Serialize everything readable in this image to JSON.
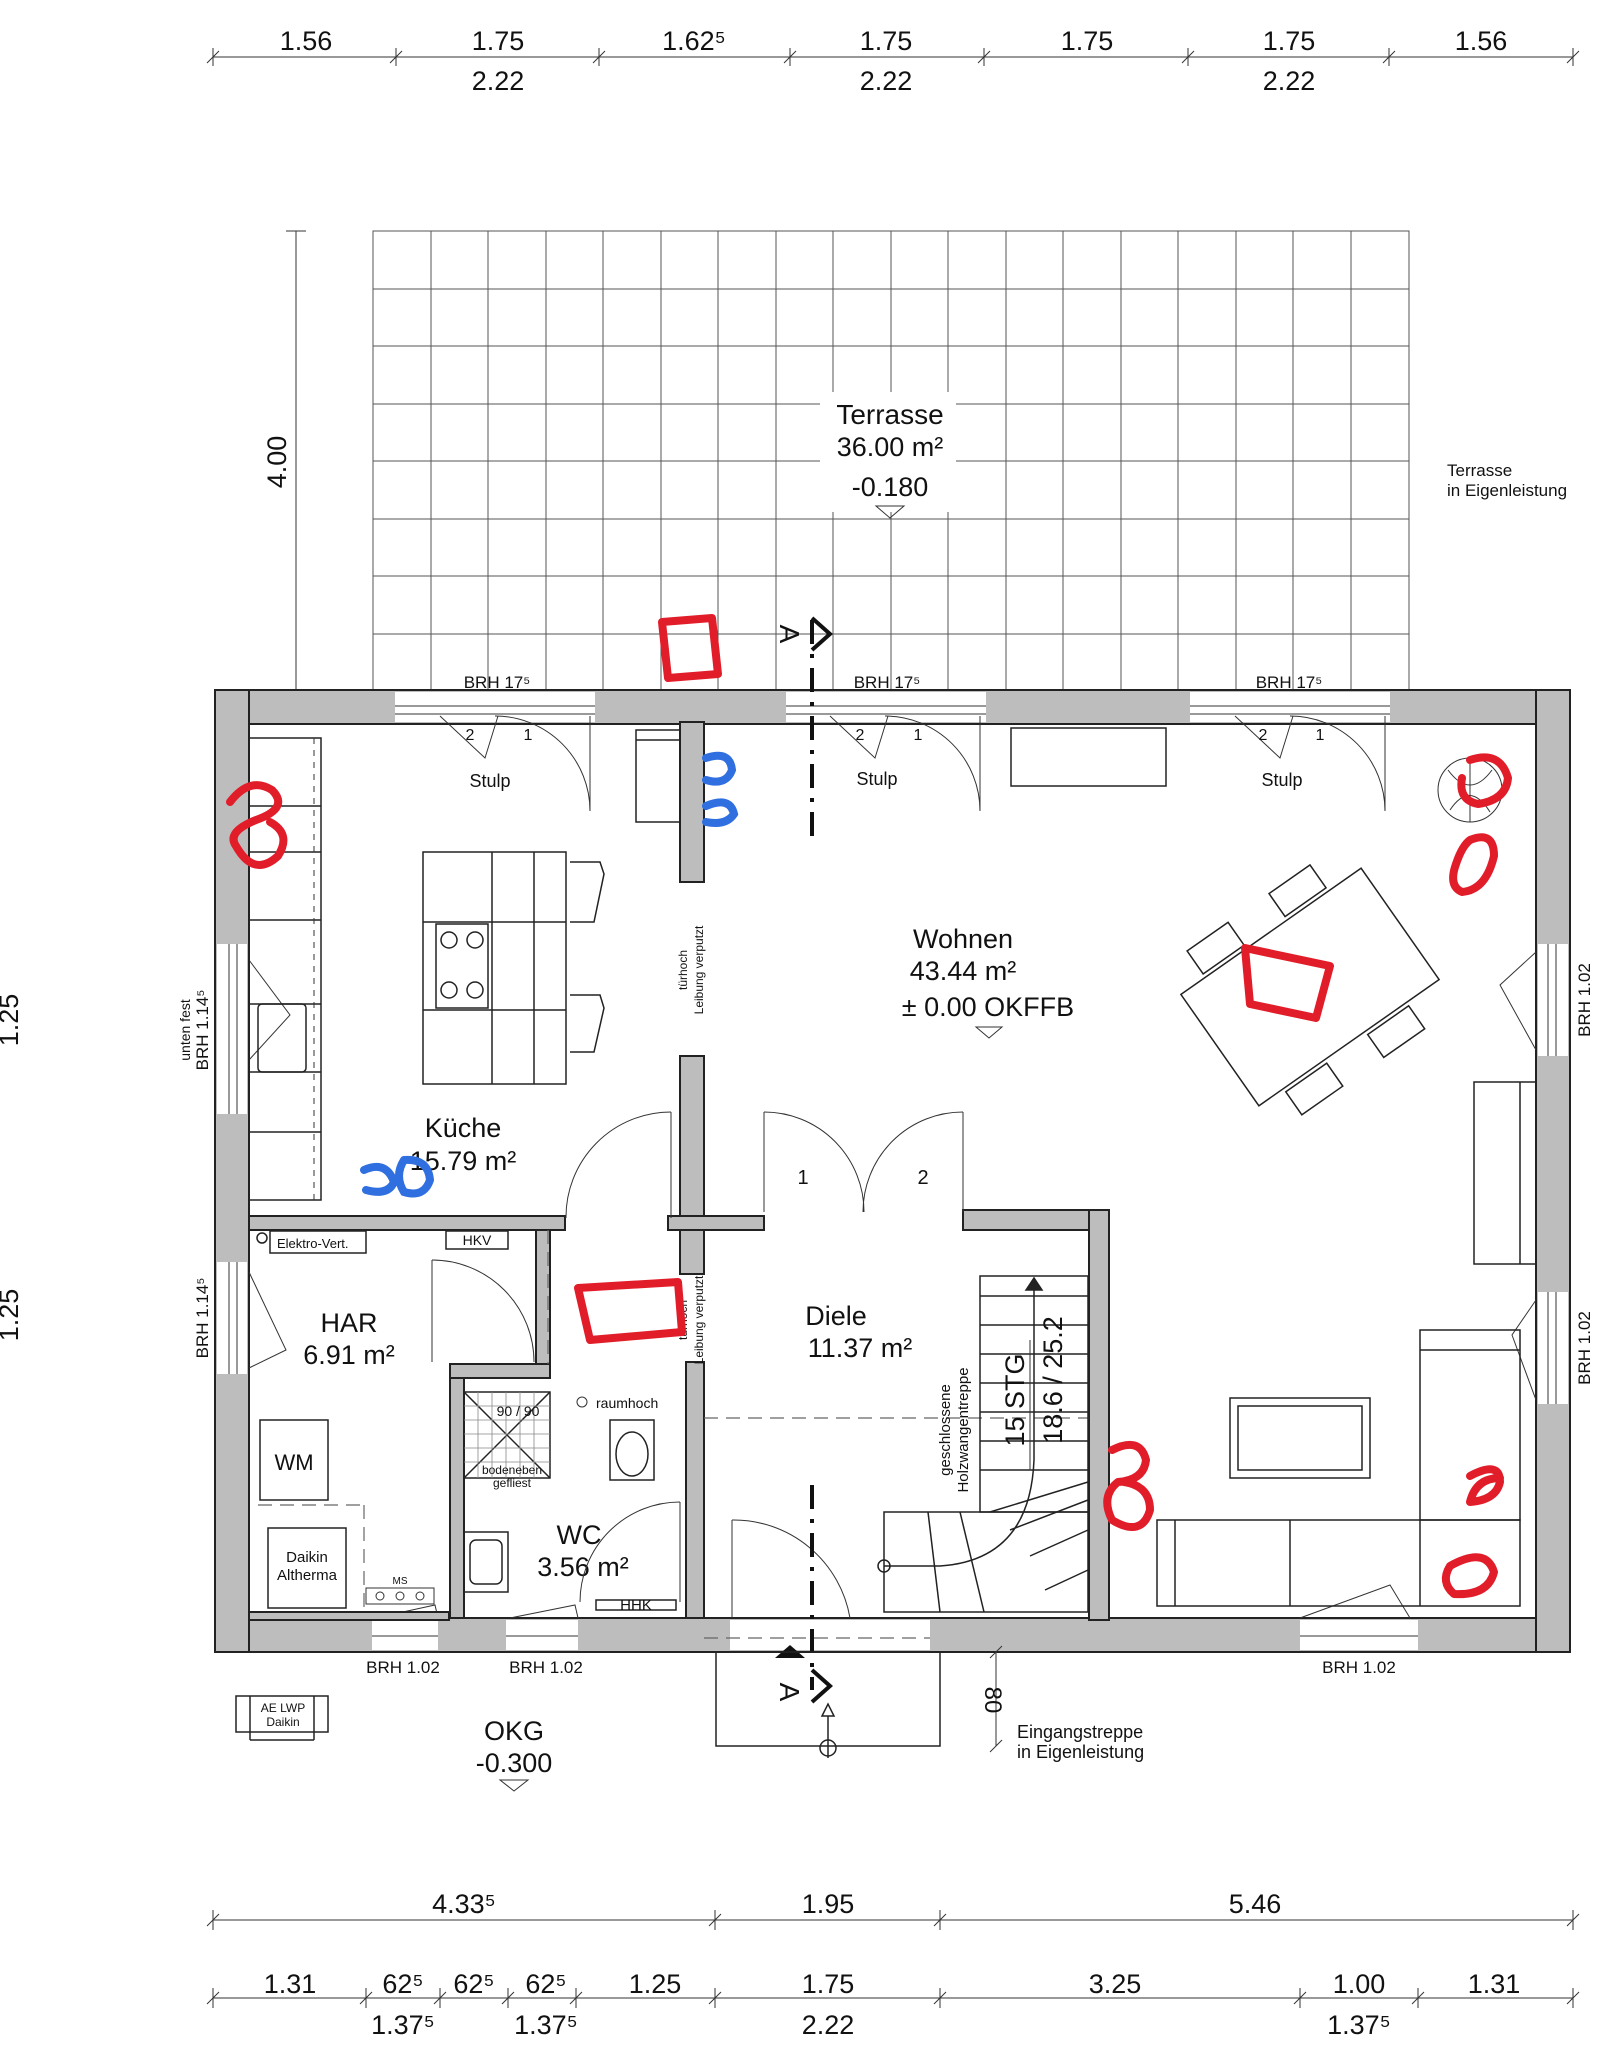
{
  "dims_top_row1": [
    "1.56",
    "1.75",
    "1.62⁵",
    "1.75",
    "1.75",
    "1.75",
    "1.56"
  ],
  "dims_top_row2": [
    "2.22",
    "2.22",
    "2.22"
  ],
  "dims_bottom_row1": [
    "4.33⁵",
    "1.95",
    "5.46"
  ],
  "dims_bottom_row2": [
    "1.31",
    "62⁵",
    "62⁵",
    "62⁵",
    "1.25",
    "1.75",
    "3.25",
    "1.00",
    "1.31"
  ],
  "dims_bottom_row3": [
    "1.37⁵",
    "1.37⁵",
    "2.22",
    "1.37⁵"
  ],
  "dim_left_terrace": "4.00",
  "dims_left_edge": [
    "1.25",
    "1.25"
  ],
  "terrace": {
    "name": "Terrasse",
    "area": "36.00 m²",
    "level": "-0.180",
    "note_line1": "Terrasse",
    "note_line2": "in Eigenleistung"
  },
  "rooms": {
    "wohnen": {
      "name": "Wohnen",
      "area": "43.44 m²",
      "level": "± 0.00 OKFFB"
    },
    "kueche": {
      "name": "Küche",
      "area": "15.79 m²"
    },
    "har": {
      "name": "HAR",
      "area": "6.91 m²"
    },
    "diele": {
      "name": "Diele",
      "area": "11.37 m²"
    },
    "wc": {
      "name": "WC",
      "area": "3.56 m²"
    }
  },
  "labels": {
    "brh_175": "BRH 17⁵",
    "brh_102": "BRH 1.02",
    "brh_1145": "BRH 1.14⁵",
    "unten_fest": "unten fest",
    "stulp": "Stulp",
    "sash_1": "1",
    "sash_2": "2",
    "section": "A",
    "tuerhoch_1": "türhoch",
    "tuerhoch_2": "Leibung verputzt",
    "elektro": "Elektro-Vert.",
    "hkv": "HKV",
    "hhk": "HHK",
    "wm": "WM",
    "daikin_1": "Daikin",
    "daikin_2": "Altherma",
    "ms": "MS",
    "shower": "90 / 90",
    "raumhoch": "raumhoch",
    "bodeneben_1": "bodeneben",
    "bodeneben_2": "gefliest",
    "stair_1": "geschlossene",
    "stair_2": "Holzwangentreppe",
    "stg": "15 STG",
    "stg_dim": "18.6 / 25.2",
    "ae_1": "AE  LWP",
    "ae_2": "Daikin",
    "okg_1": "OKG",
    "okg_2": "-0.300",
    "eingang_dim": "80",
    "eingang_1": "Eingangstreppe",
    "eingang_2": "in Eigenleistung"
  },
  "colors": {
    "wall": "#bdbdbd",
    "ink": "#111111",
    "red_markup": "#e21d2a",
    "blue_markup": "#2f6fe0"
  }
}
